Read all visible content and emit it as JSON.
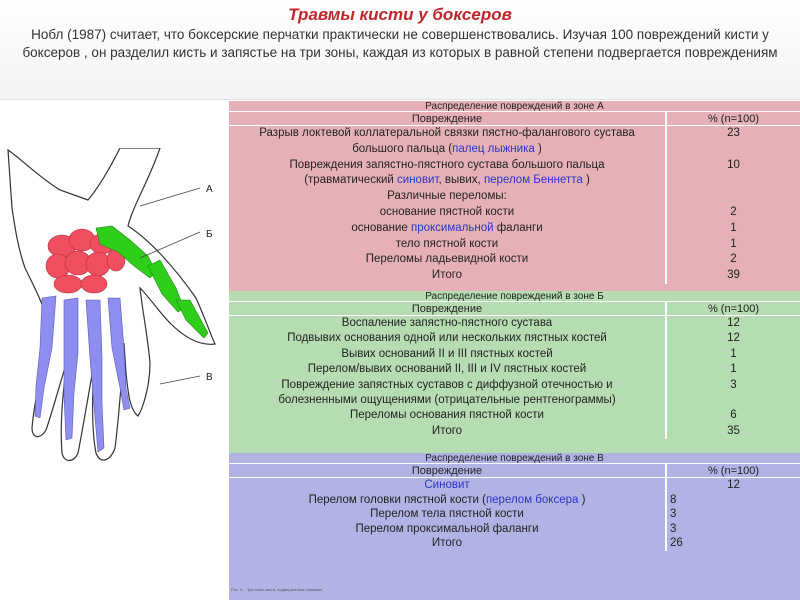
{
  "title": "Травмы кисти у боксеров",
  "intro": "Нобл (1987) считает, что боксерские перчатки практически не совершенствовались. Изучая 100 повреждений кисти у боксеров , он разделил кисть и запястье на три зоны, каждая из которых в равной степени подвергается повреждениям",
  "figure": {
    "label_a": "А",
    "label_b": "Б",
    "label_c": "В",
    "colors": {
      "zone_a": "#ef4f5f",
      "zone_b": "#2fce1a",
      "zone_c": "#8e8ef0"
    }
  },
  "zones": {
    "a": {
      "caption": "Распределение повреждений в зоне А",
      "header": {
        "injury": "Повреждение",
        "percent": "%   (n=100)"
      },
      "rows": [
        {
          "parts": [
            {
              "t": "Разрыв локтевой коллатеральной связки пястно-фалангового сустава"
            }
          ],
          "value": "23"
        },
        {
          "parts": [
            {
              "t": "большого пальца ("
            },
            {
              "t": "палец лыжника",
              "blue": true
            },
            {
              "t": " )"
            }
          ],
          "value": ""
        },
        {
          "parts": [
            {
              "t": "Повреждения запястно-пястного сустава большого пальца"
            }
          ],
          "value": "10"
        },
        {
          "parts": [
            {
              "t": "(травматический "
            },
            {
              "t": "синовит",
              "blue": true
            },
            {
              "t": ", вывих, "
            },
            {
              "t": "перелом Беннетта",
              "blue": true
            },
            {
              "t": " )"
            }
          ],
          "value": ""
        },
        {
          "parts": [
            {
              "t": "Различные переломы:"
            }
          ],
          "value": ""
        },
        {
          "parts": [
            {
              "t": "основание пястной кости"
            }
          ],
          "value": "2"
        },
        {
          "parts": [
            {
              "t": "основание "
            },
            {
              "t": "проксимальной",
              "blue": true
            },
            {
              "t": " фаланги"
            }
          ],
          "value": "1"
        },
        {
          "parts": [
            {
              "t": "тело пястной кости"
            }
          ],
          "value": "1"
        },
        {
          "parts": [
            {
              "t": "Переломы ладьевидной кости"
            }
          ],
          "value": "2"
        },
        {
          "parts": [
            {
              "t": "Итого"
            }
          ],
          "value": "39"
        }
      ]
    },
    "b": {
      "caption": "Распределение повреждений в зоне Б",
      "header": {
        "injury": "Повреждение",
        "percent": "%   (n=100)"
      },
      "rows": [
        {
          "parts": [
            {
              "t": "Воспаление запястно-пястного сустава"
            }
          ],
          "value": "12"
        },
        {
          "parts": [
            {
              "t": "Подвывих основания одной или нескольких пястных костей"
            }
          ],
          "value": "12"
        },
        {
          "parts": [
            {
              "t": "Вывих оснований II и III пястных костей"
            }
          ],
          "value": "1"
        },
        {
          "parts": [
            {
              "t": "Перелом/вывих оснований II, III и IV пястных костей"
            }
          ],
          "value": "1"
        },
        {
          "parts": [
            {
              "t": "Повреждение запястных суставов с диффузной отечностью и"
            }
          ],
          "value": "3"
        },
        {
          "parts": [
            {
              "t": "болезненными ощущениями (отрицательные рентгенограммы)"
            }
          ],
          "value": ""
        },
        {
          "parts": [
            {
              "t": "Переломы основания пястной кости"
            }
          ],
          "value": "6"
        },
        {
          "parts": [
            {
              "t": "Итого"
            }
          ],
          "value": "35"
        }
      ]
    },
    "c": {
      "caption": "Распределение повреждений в зоне В",
      "header": {
        "injury": "Повреждение",
        "percent": "%   (n=100)"
      },
      "rows": [
        {
          "parts": [
            {
              "t": "Синовит",
              "blue": true
            }
          ],
          "value": "12",
          "centered": true
        },
        {
          "parts": [
            {
              "t": "Перелом головки пястной кости ("
            },
            {
              "t": "перелом боксера",
              "blue": true
            },
            {
              "t": " )"
            }
          ],
          "value": "8"
        },
        {
          "parts": [
            {
              "t": "Перелом тела пястной кости"
            }
          ],
          "value": "3"
        },
        {
          "parts": [
            {
              "t": "Перелом проксимальной фаланги"
            }
          ],
          "value": "3"
        },
        {
          "parts": [
            {
              "t": "Итого"
            }
          ],
          "value": "26"
        }
      ],
      "footnote": "Рис. 4. - Три зоны кисти, подверженные травмам"
    }
  }
}
